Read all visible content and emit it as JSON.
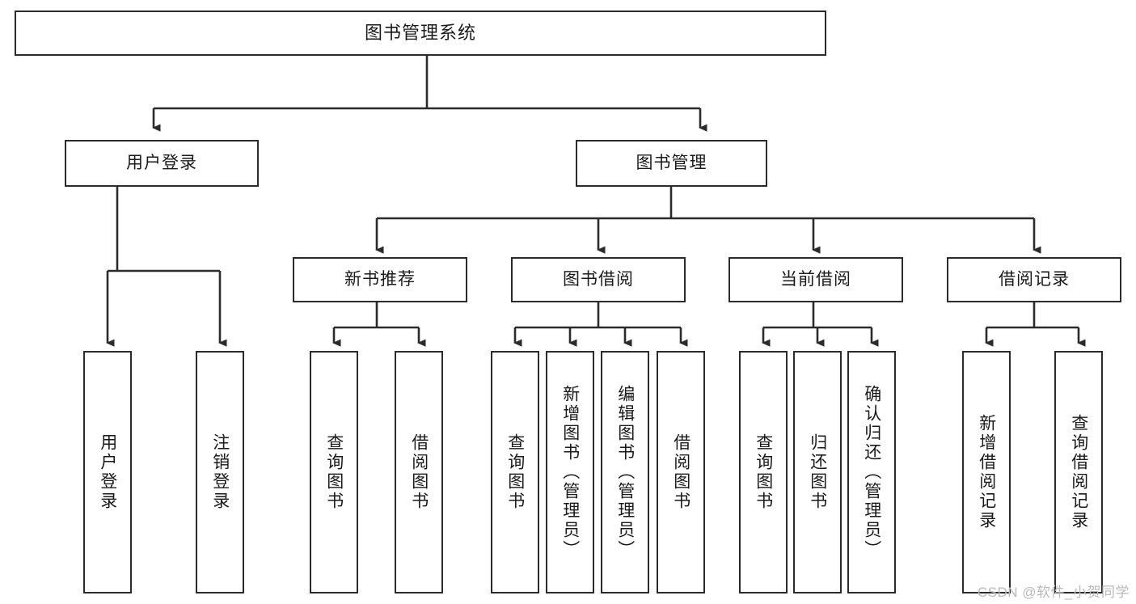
{
  "diagram": {
    "type": "tree",
    "title": "图书管理系统",
    "orientation": "top-down",
    "style": {
      "background": "#ffffff",
      "box_border": "#2b2b2b",
      "connector": "#2b2b2b",
      "text": "#1a1a1a"
    },
    "levels": 4,
    "nodes": {
      "root": {
        "label": "图书管理系统"
      },
      "l2": [
        {
          "id": "user-login",
          "label": "用户登录"
        },
        {
          "id": "book-manage",
          "label": "图书管理"
        }
      ],
      "l3": [
        {
          "id": "new-book-recommend",
          "label": "新书推荐"
        },
        {
          "id": "book-borrow",
          "label": "图书借阅"
        },
        {
          "id": "current-borrow",
          "label": "当前借阅"
        },
        {
          "id": "borrow-record",
          "label": "借阅记录"
        }
      ],
      "leaves": {
        "user_login": [
          {
            "id": "leaf-user-login",
            "label": "用户登录"
          },
          {
            "id": "leaf-logout-login",
            "label": "注销登录"
          }
        ],
        "new_book_recommend": [
          {
            "id": "leaf-query-book-1",
            "label": "查询图书"
          },
          {
            "id": "leaf-borrow-book-1",
            "label": "借阅图书"
          }
        ],
        "book_borrow": [
          {
            "id": "leaf-query-book-2",
            "label": "查询图书"
          },
          {
            "id": "leaf-add-book",
            "label": "新增图书（管理员）"
          },
          {
            "id": "leaf-edit-book",
            "label": "编辑图书（管理员）"
          },
          {
            "id": "leaf-borrow-book-2",
            "label": "借阅图书"
          }
        ],
        "current_borrow": [
          {
            "id": "leaf-query-book-3",
            "label": "查询图书"
          },
          {
            "id": "leaf-return-book",
            "label": "归还图书"
          },
          {
            "id": "leaf-confirm-return",
            "label": "确认归还（管理员）"
          }
        ],
        "borrow_record": [
          {
            "id": "leaf-add-record",
            "label": "新增借阅记录"
          },
          {
            "id": "leaf-query-record",
            "label": "查询借阅记录"
          }
        ]
      }
    },
    "edges": [
      {
        "from": "图书管理系统",
        "to": "用户登录"
      },
      {
        "from": "图书管理系统",
        "to": "图书管理"
      },
      {
        "from": "用户登录",
        "to": "用户登录"
      },
      {
        "from": "用户登录",
        "to": "注销登录"
      },
      {
        "from": "图书管理",
        "to": "新书推荐"
      },
      {
        "from": "图书管理",
        "to": "图书借阅"
      },
      {
        "from": "图书管理",
        "to": "当前借阅"
      },
      {
        "from": "图书管理",
        "to": "借阅记录"
      },
      {
        "from": "新书推荐",
        "to": "查询图书"
      },
      {
        "from": "新书推荐",
        "to": "借阅图书"
      },
      {
        "from": "图书借阅",
        "to": "查询图书"
      },
      {
        "from": "图书借阅",
        "to": "新增图书（管理员）"
      },
      {
        "from": "图书借阅",
        "to": "编辑图书（管理员）"
      },
      {
        "from": "图书借阅",
        "to": "借阅图书"
      },
      {
        "from": "当前借阅",
        "to": "查询图书"
      },
      {
        "from": "当前借阅",
        "to": "归还图书"
      },
      {
        "from": "当前借阅",
        "to": "确认归还（管理员）"
      },
      {
        "from": "借阅记录",
        "to": "新增借阅记录"
      },
      {
        "from": "借阅记录",
        "to": "查询借阅记录"
      }
    ]
  },
  "watermark": {
    "text": "CSDN @软件_小贺同学"
  }
}
